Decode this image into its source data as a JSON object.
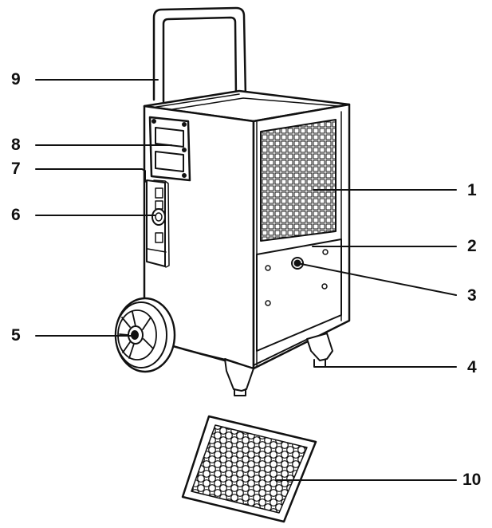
{
  "callouts": {
    "c1": "1",
    "c2": "2",
    "c3": "3",
    "c4": "4",
    "c5": "5",
    "c6": "6",
    "c7": "7",
    "c8": "8",
    "c9": "9",
    "c10": "10"
  },
  "colors": {
    "stroke": "#111111",
    "fill": "#ffffff"
  }
}
